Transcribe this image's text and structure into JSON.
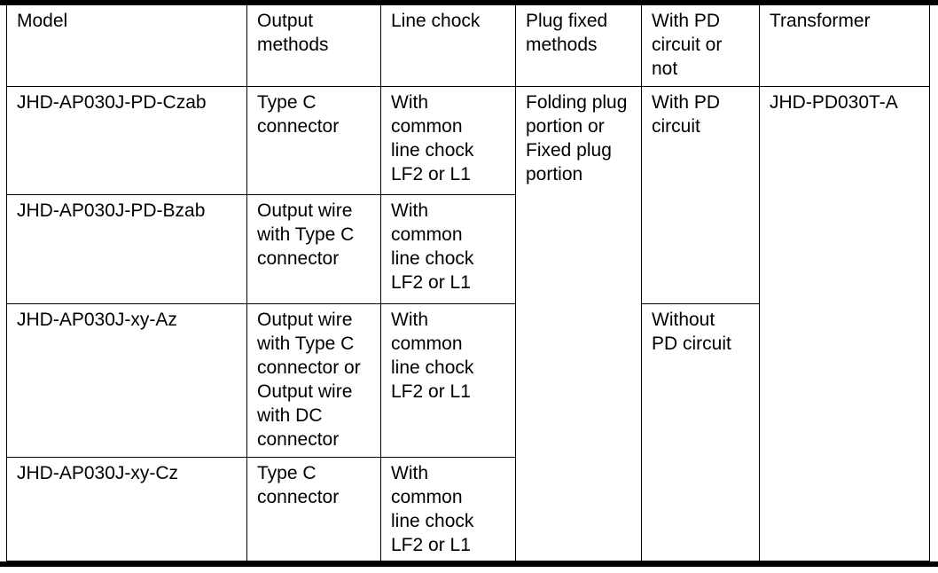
{
  "table": {
    "headers": [
      "Model",
      "Output\nmethods",
      "Line chock",
      "Plug fixed\nmethods",
      "With PD\ncircuit or\nnot",
      "Transformer"
    ],
    "rows": [
      {
        "model": "JHD-AP030J-PD-Czab",
        "output_method": "Type C\nconnector",
        "line_chock": "With\ncommon\nline chock\nLF2 or L1"
      },
      {
        "model": "JHD-AP030J-PD-Bzab",
        "output_method": "Output wire\nwith Type C\nconnector",
        "line_chock": "With\ncommon\nline chock\nLF2 or L1"
      },
      {
        "model": "JHD-AP030J-xy-Az",
        "output_method": "Output wire\nwith Type C\nconnector or\nOutput wire\nwith DC\nconnector",
        "line_chock": "With\ncommon\nline chock\nLF2 or L1"
      },
      {
        "model": "JHD-AP030J-xy-Cz",
        "output_method": "Type C\nconnector",
        "line_chock": "With\ncommon\nline chock\nLF2 or L1"
      }
    ],
    "merged_cells": {
      "plug_fixed_methods": "Folding plug\nportion or\nFixed plug\nportion",
      "with_pd_circuit": "With PD\ncircuit",
      "without_pd_circuit": "Without\nPD circuit",
      "transformer": "JHD-PD030T-A"
    }
  },
  "colors": {
    "text": "#000000",
    "border": "#000000",
    "background": "#ffffff",
    "page_rule": "#000000"
  }
}
